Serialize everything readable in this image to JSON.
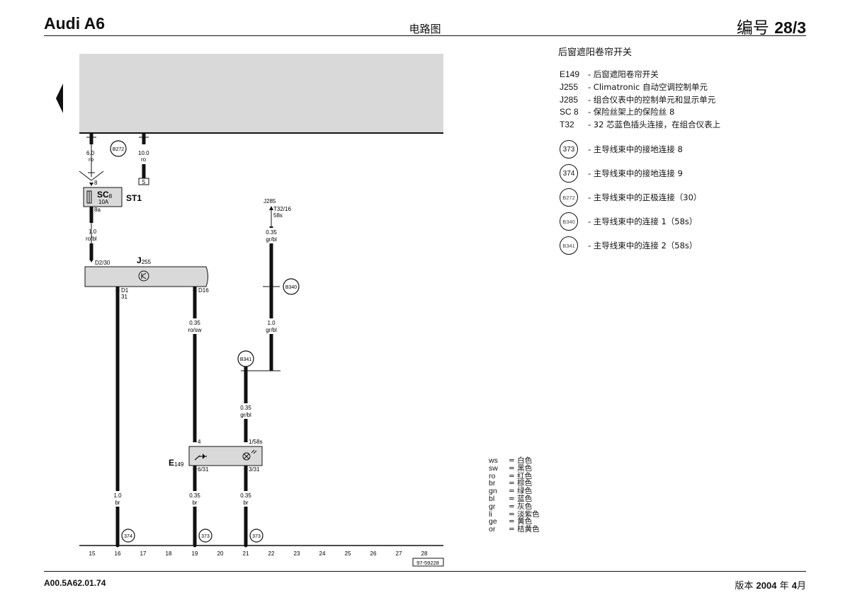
{
  "header": {
    "model": "Audi A6",
    "title": "电路图",
    "number_prefix": "编号",
    "number": "28/3"
  },
  "footer": {
    "code": "A00.5A62.01.74",
    "edition_prefix": "版本",
    "edition_year": "2004",
    "edition_month_prefix": "年",
    "edition_month": "4",
    "edition_suffix": "月"
  },
  "section_title": "后窗遮阳卷帘开关",
  "legend": [
    {
      "code": "E149",
      "desc": "- 后窗遮阳卷帘开关"
    },
    {
      "code": "J255",
      "desc": "- Climatronic 自动空调控制单元"
    },
    {
      "code": "J285",
      "desc": "- 组合仪表中的控制单元和显示单元"
    },
    {
      "code": "SC 8",
      "desc": "- 保险丝架上的保险丝 8"
    },
    {
      "code": "T32",
      "desc": "- 32 芯蓝色插头连接，在组合仪表上"
    }
  ],
  "connections": [
    {
      "id": "373",
      "desc": "- 主导线束中的接地连接 8"
    },
    {
      "id": "374",
      "desc": "- 主导线束中的接地连接 9"
    },
    {
      "id": "B272",
      "desc": "- 主导线束中的正极连接（30）"
    },
    {
      "id": "B340",
      "desc": "- 主导线束中的连接 1（58s）"
    },
    {
      "id": "B341",
      "desc": "- 主导线束中的连接 2（58s）"
    }
  ],
  "color_codes": [
    {
      "abbr": "ws",
      "name": "= 白色"
    },
    {
      "abbr": "sw",
      "name": "= 黑色"
    },
    {
      "abbr": "ro",
      "name": "= 红色"
    },
    {
      "abbr": "br",
      "name": "= 棕色"
    },
    {
      "abbr": "gn",
      "name": "= 绿色"
    },
    {
      "abbr": "bl",
      "name": "= 蓝色"
    },
    {
      "abbr": "gr",
      "name": "= 灰色"
    },
    {
      "abbr": "li",
      "name": "= 淡紫色"
    },
    {
      "abbr": "ge",
      "name": "= 黄色"
    },
    {
      "abbr": "or",
      "name": "= 桔黄色"
    }
  ],
  "diagram": {
    "fuse_label": "SC",
    "fuse_sub": "8",
    "fuse_rating": "10A",
    "fuse_holder": "ST1",
    "fuse_pin_in": "8",
    "fuse_pin_out": "8a",
    "wire_b272_size": "6.0",
    "wire_b272_color": "ro",
    "wire_right_size": "10.0",
    "wire_right_color": "ro",
    "terminal_5": "5",
    "wire_j255_in_size": "1.0",
    "wire_j255_in_color": "ro/bl",
    "j255_label": "J",
    "j255_sub": "255",
    "j255_pin_in": "D2/30",
    "j255_pin_d1": "D1",
    "j255_pin_d1b": "31",
    "j255_pin_d16": "D16",
    "j285_label": "J285",
    "j285_conn": "T32/16",
    "j285_pin": "58s",
    "wire_j285_size": "0.35",
    "wire_j285_color": "gr/bl",
    "wire_b340_size": "1.0",
    "wire_b340_color": "gr/bl",
    "wire_d16_size": "0.35",
    "wire_d16_color": "ro/sw",
    "wire_b341_size": "0.35",
    "wire_b341_color": "gr/bl",
    "e149_label": "E",
    "e149_sub": "149",
    "e149_pin4": "4",
    "e149_pin158": "1/58s",
    "e149_pin631": "6/31",
    "e149_pin331": "3/31",
    "wire_d1_size": "1.0",
    "wire_d1_color": "br",
    "wire_gnd1_size": "0.35",
    "wire_gnd1_color": "br",
    "wire_gnd2_size": "0.35",
    "wire_gnd2_color": "br",
    "node_b272": "B272",
    "node_b340": "B340",
    "node_b341": "B341",
    "node_374": "374",
    "node_373a": "373",
    "node_373b": "373",
    "tracks": [
      "15",
      "16",
      "17",
      "18",
      "19",
      "20",
      "21",
      "22",
      "23",
      "24",
      "25",
      "26",
      "27",
      "28"
    ],
    "drawing_ref": "97-59228"
  }
}
